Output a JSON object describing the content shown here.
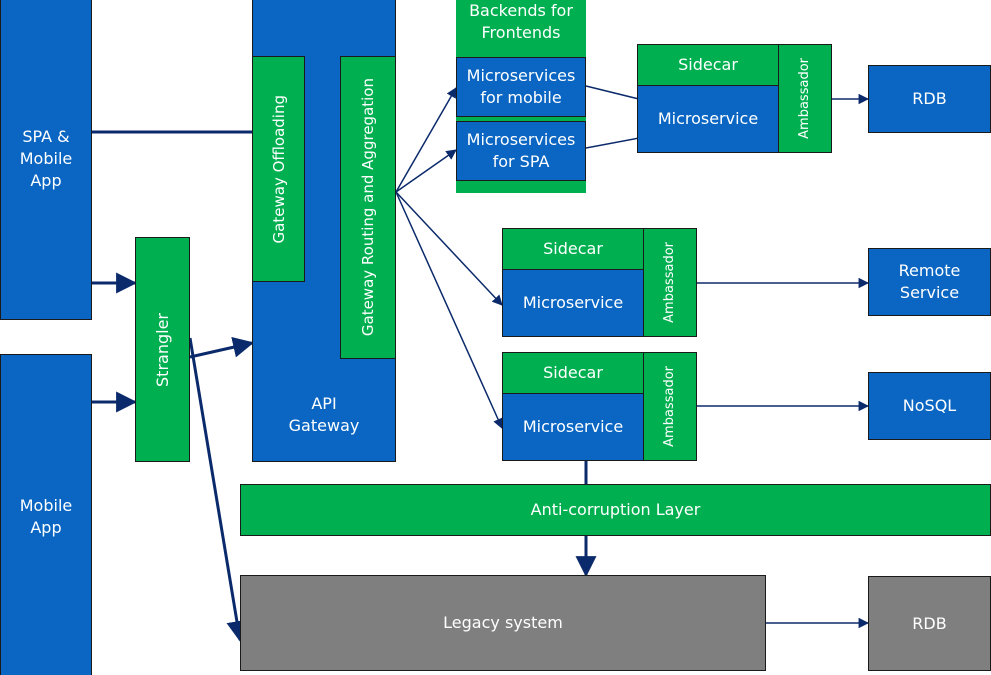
{
  "diagram": {
    "spa_mobile_app": "SPA &\nMobile\nApp",
    "mobile_app": "Mobile\nApp",
    "strangler": "Strangler",
    "api_gateway": "API\nGateway",
    "gateway_offloading": "Gateway Offloading",
    "gateway_routing": "Gateway Routing and Aggregation",
    "bff": {
      "title": "Backends for\nFrontends",
      "ms_mobile": "Microservices\nfor mobile",
      "ms_spa": "Microservices\nfor SPA"
    },
    "service_groups": [
      {
        "sidecar": "Sidecar",
        "microservice": "Microservice",
        "ambassador": "Ambassador",
        "target": "RDB"
      },
      {
        "sidecar": "Sidecar",
        "microservice": "Microservice",
        "ambassador": "Ambassador",
        "target": "Remote\nService"
      },
      {
        "sidecar": "Sidecar",
        "microservice": "Microservice",
        "ambassador": "Ambassador",
        "target": "NoSQL"
      }
    ],
    "anti_corruption_layer": "Anti-corruption Layer",
    "legacy_system": "Legacy system",
    "legacy_rdb": "RDB"
  },
  "colors": {
    "blue": "#0a66c2",
    "green": "#00b050",
    "gray": "#7f7f7f",
    "arrow": "#0b2a6b"
  }
}
